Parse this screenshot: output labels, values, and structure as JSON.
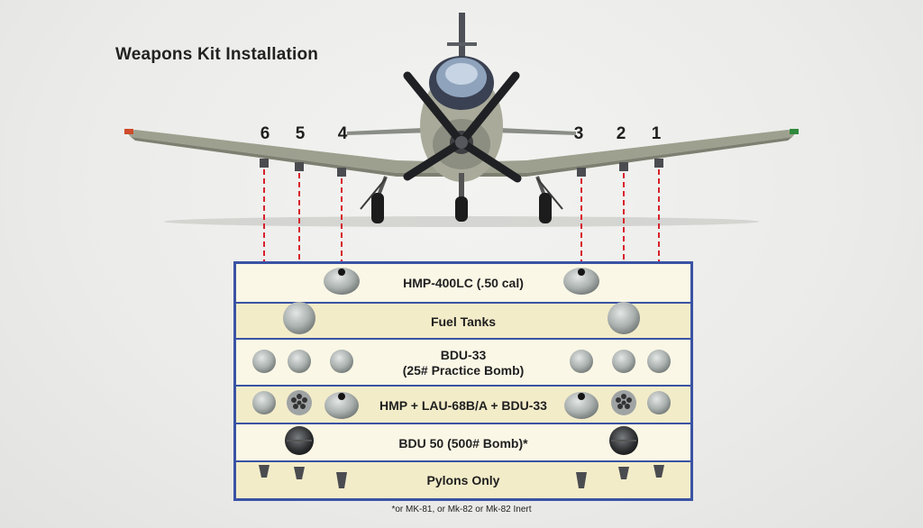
{
  "title": "Weapons Kit Installation",
  "stations": [
    "6",
    "5",
    "4",
    "3",
    "2",
    "1"
  ],
  "rows": [
    {
      "label_lines": [
        "HMP-400LC (.50 cal)"
      ]
    },
    {
      "label_lines": [
        "Fuel Tanks"
      ]
    },
    {
      "label_lines": [
        "BDU-33",
        "(25# Practice Bomb)"
      ]
    },
    {
      "label_lines": [
        "HMP + LAU-68B/A + BDU-33"
      ]
    },
    {
      "label_lines": [
        "BDU 50 (500# Bomb)*"
      ]
    },
    {
      "label_lines": [
        "Pylons Only"
      ]
    }
  ],
  "footnote": "*or MK-81, or Mk-82 or Mk-82 Inert",
  "colors": {
    "table_border": "#3a53a4",
    "row_tint": "#f3ecc9",
    "dashed_line": "#d7212b"
  }
}
